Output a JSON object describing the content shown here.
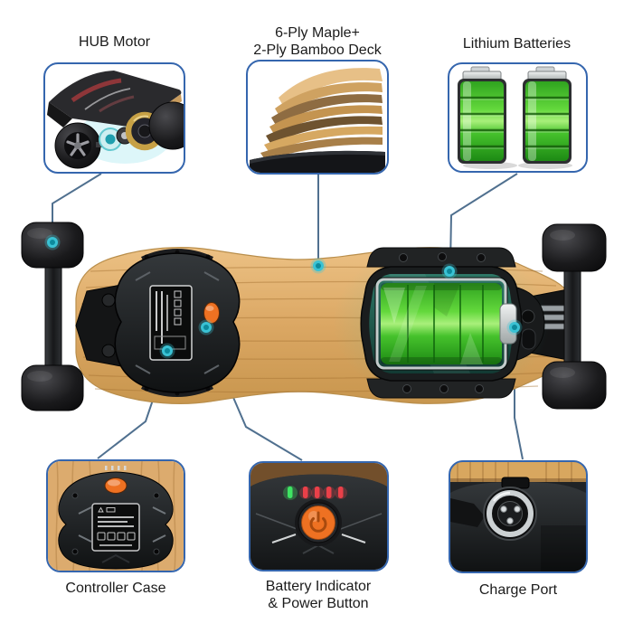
{
  "figure": {
    "type": "product-feature-diagram",
    "subject": "electric skateboard (bottom view) with six feature callouts"
  },
  "colors": {
    "background": "#ffffff",
    "callout_border": "#3566ae",
    "connector_line": "#50708f",
    "marker": "#3ac2d4",
    "marker_core": "#0d8a9c",
    "deck_wood": "#dcab6e",
    "battery_green": "#4cc42e",
    "power_button": "#ee7122",
    "led_green": "#3fe463",
    "led_red": "#ea4049",
    "label_text": "#1b1b1b"
  },
  "callouts": {
    "hub_motor": {
      "label": "HUB Motor"
    },
    "deck": {
      "label_line1": "6-Ply Maple+",
      "label_line2": "2-Ply Bamboo Deck"
    },
    "lithium_batteries": {
      "label": "Lithium Batteries"
    },
    "controller_case": {
      "label": "Controller Case"
    },
    "battery_indicator": {
      "label_line1": "Battery Indicator",
      "label_line2": "& Power Button"
    },
    "charge_port": {
      "label": "Charge Port"
    }
  }
}
